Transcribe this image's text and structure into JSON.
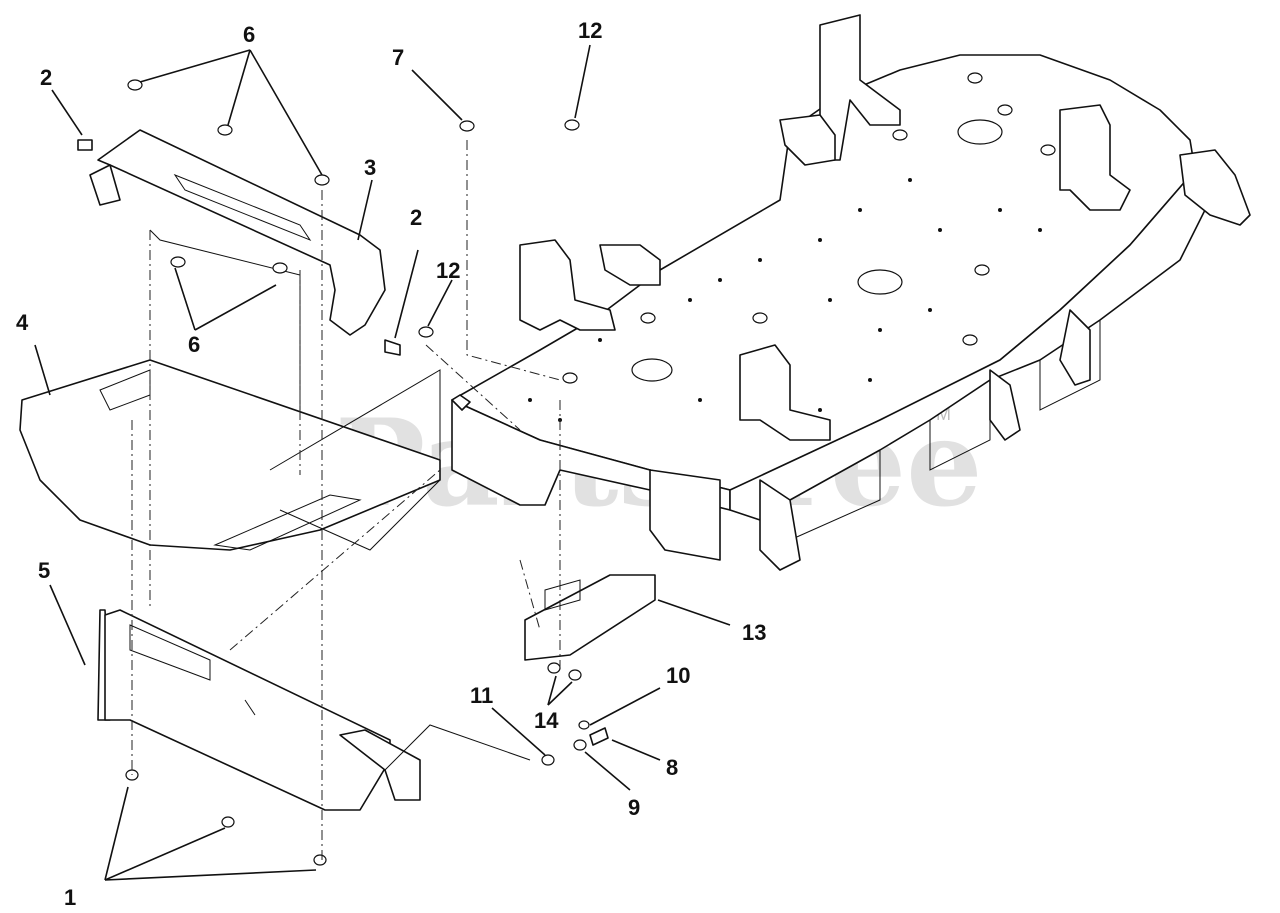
{
  "watermark": {
    "text": "PartsTree",
    "trademark": "TM"
  },
  "callouts": {
    "c1": "1",
    "c2a": "2",
    "c2b": "2",
    "c3": "3",
    "c4": "4",
    "c5": "5",
    "c6a": "6",
    "c6b": "6",
    "c7": "7",
    "c8": "8",
    "c9": "9",
    "c10": "10",
    "c11": "11",
    "c12a": "12",
    "c12b": "12",
    "c13": "13",
    "c14": "14"
  }
}
